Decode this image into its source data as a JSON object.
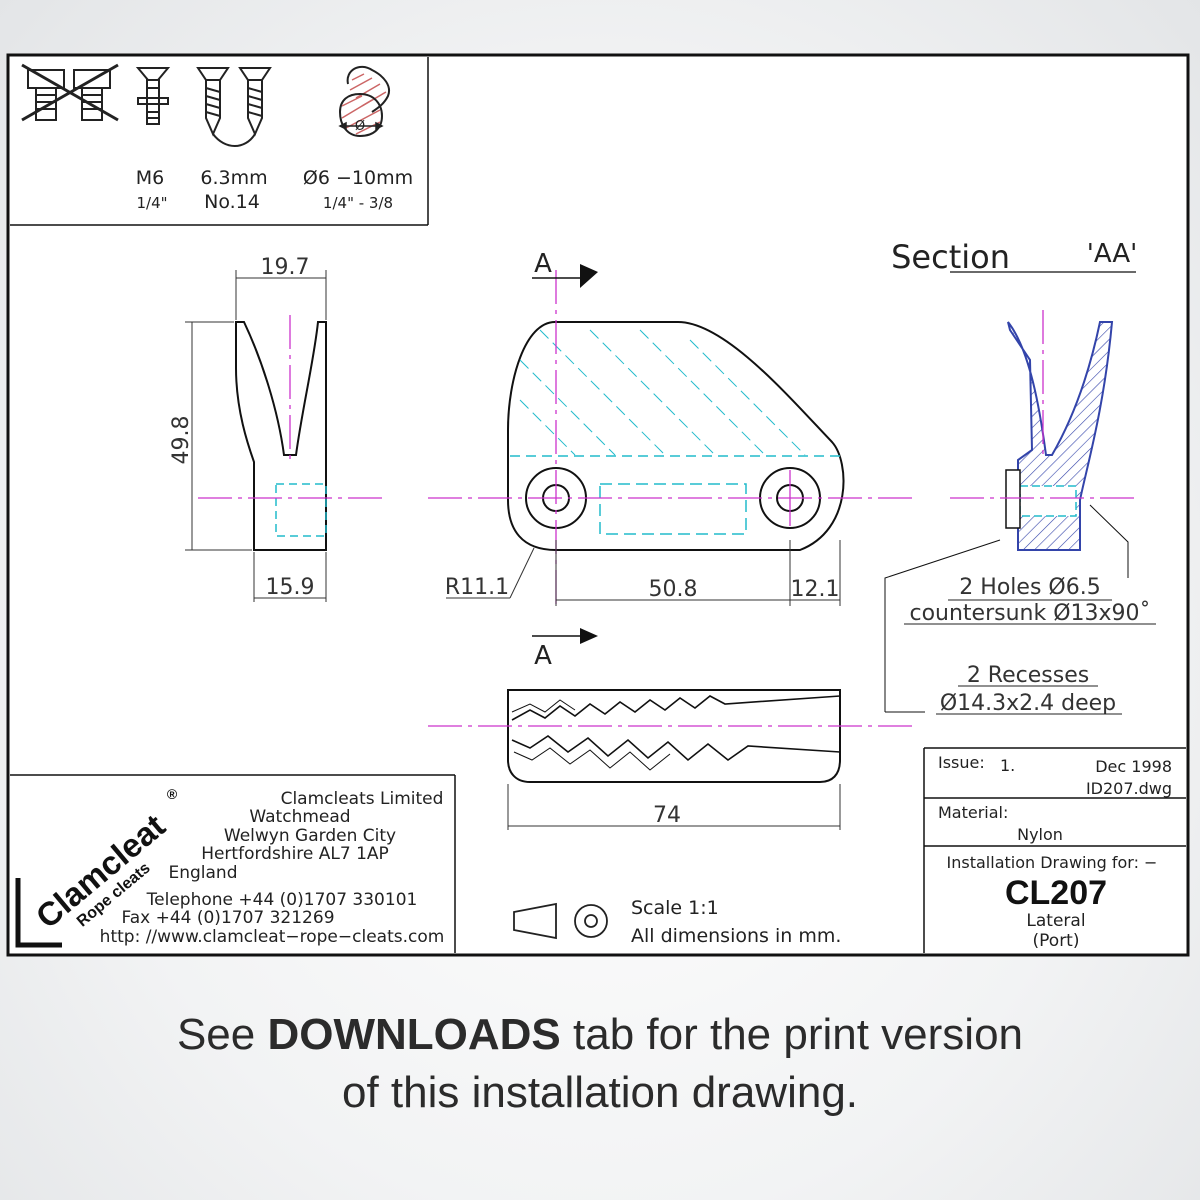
{
  "fixings": {
    "bolt_size": "M6",
    "bolt_size_imperial": "1/4\"",
    "screw_size": "6.3mm",
    "screw_no": "No.14",
    "rope_range": "Ø6  −10mm",
    "rope_range_imperial": "1/4\"  -  3/8",
    "rope_symbol": "Ø"
  },
  "dimensions": {
    "width_top": "19.7",
    "height": "49.8",
    "width_bottom": "15.9",
    "radius": "R11.1",
    "hole_spacing": "50.8",
    "end_offset": "12.1",
    "length": "74"
  },
  "section": {
    "title_prefix": "Section",
    "title_id": "'AA'",
    "marker_a": "A"
  },
  "notes": {
    "holes_line1": "2 Holes Ø6.5",
    "holes_line2": "countersunk  Ø13x90˚",
    "recess_line1": "2 Recesses",
    "recess_line2": "Ø14.3x2.4  deep"
  },
  "company": {
    "brand": "Clamcleat",
    "registered": "®",
    "tagline": "Rope cleats",
    "name": "Clamcleats Limited",
    "addr1": "Watchmead",
    "addr2": "Welwyn  Garden  City",
    "addr3": "Hertfordshire  AL7  1AP",
    "addr4": "England",
    "telephone": "Telephone +44 (0)1707 330101",
    "fax": "Fax +44 (0)1707 321269",
    "web": "http: //www.clamcleat−rope−cleats.com"
  },
  "scale": {
    "line1": "Scale  1:1",
    "line2": "All  dimensions  in  mm."
  },
  "title_block": {
    "issue_label": "Issue:",
    "issue_value": "1.",
    "date": "Dec  1998",
    "file": "ID207.dwg",
    "material_label": "Material:",
    "material_value": "Nylon",
    "install_label": "Installation  Drawing  for: −",
    "part": "CL207",
    "variant1": "Lateral",
    "variant2": "(Port)"
  },
  "caption": {
    "pre": "See ",
    "bold": "DOWNLOADS",
    "post": " tab for the print version",
    "line2": "of this installation drawing."
  },
  "colors": {
    "frame": "#111111",
    "centerline": "#cc33cc",
    "hidden": "#22bbcc",
    "section_hatch": "#3344aa",
    "background": "#eef0f1"
  }
}
